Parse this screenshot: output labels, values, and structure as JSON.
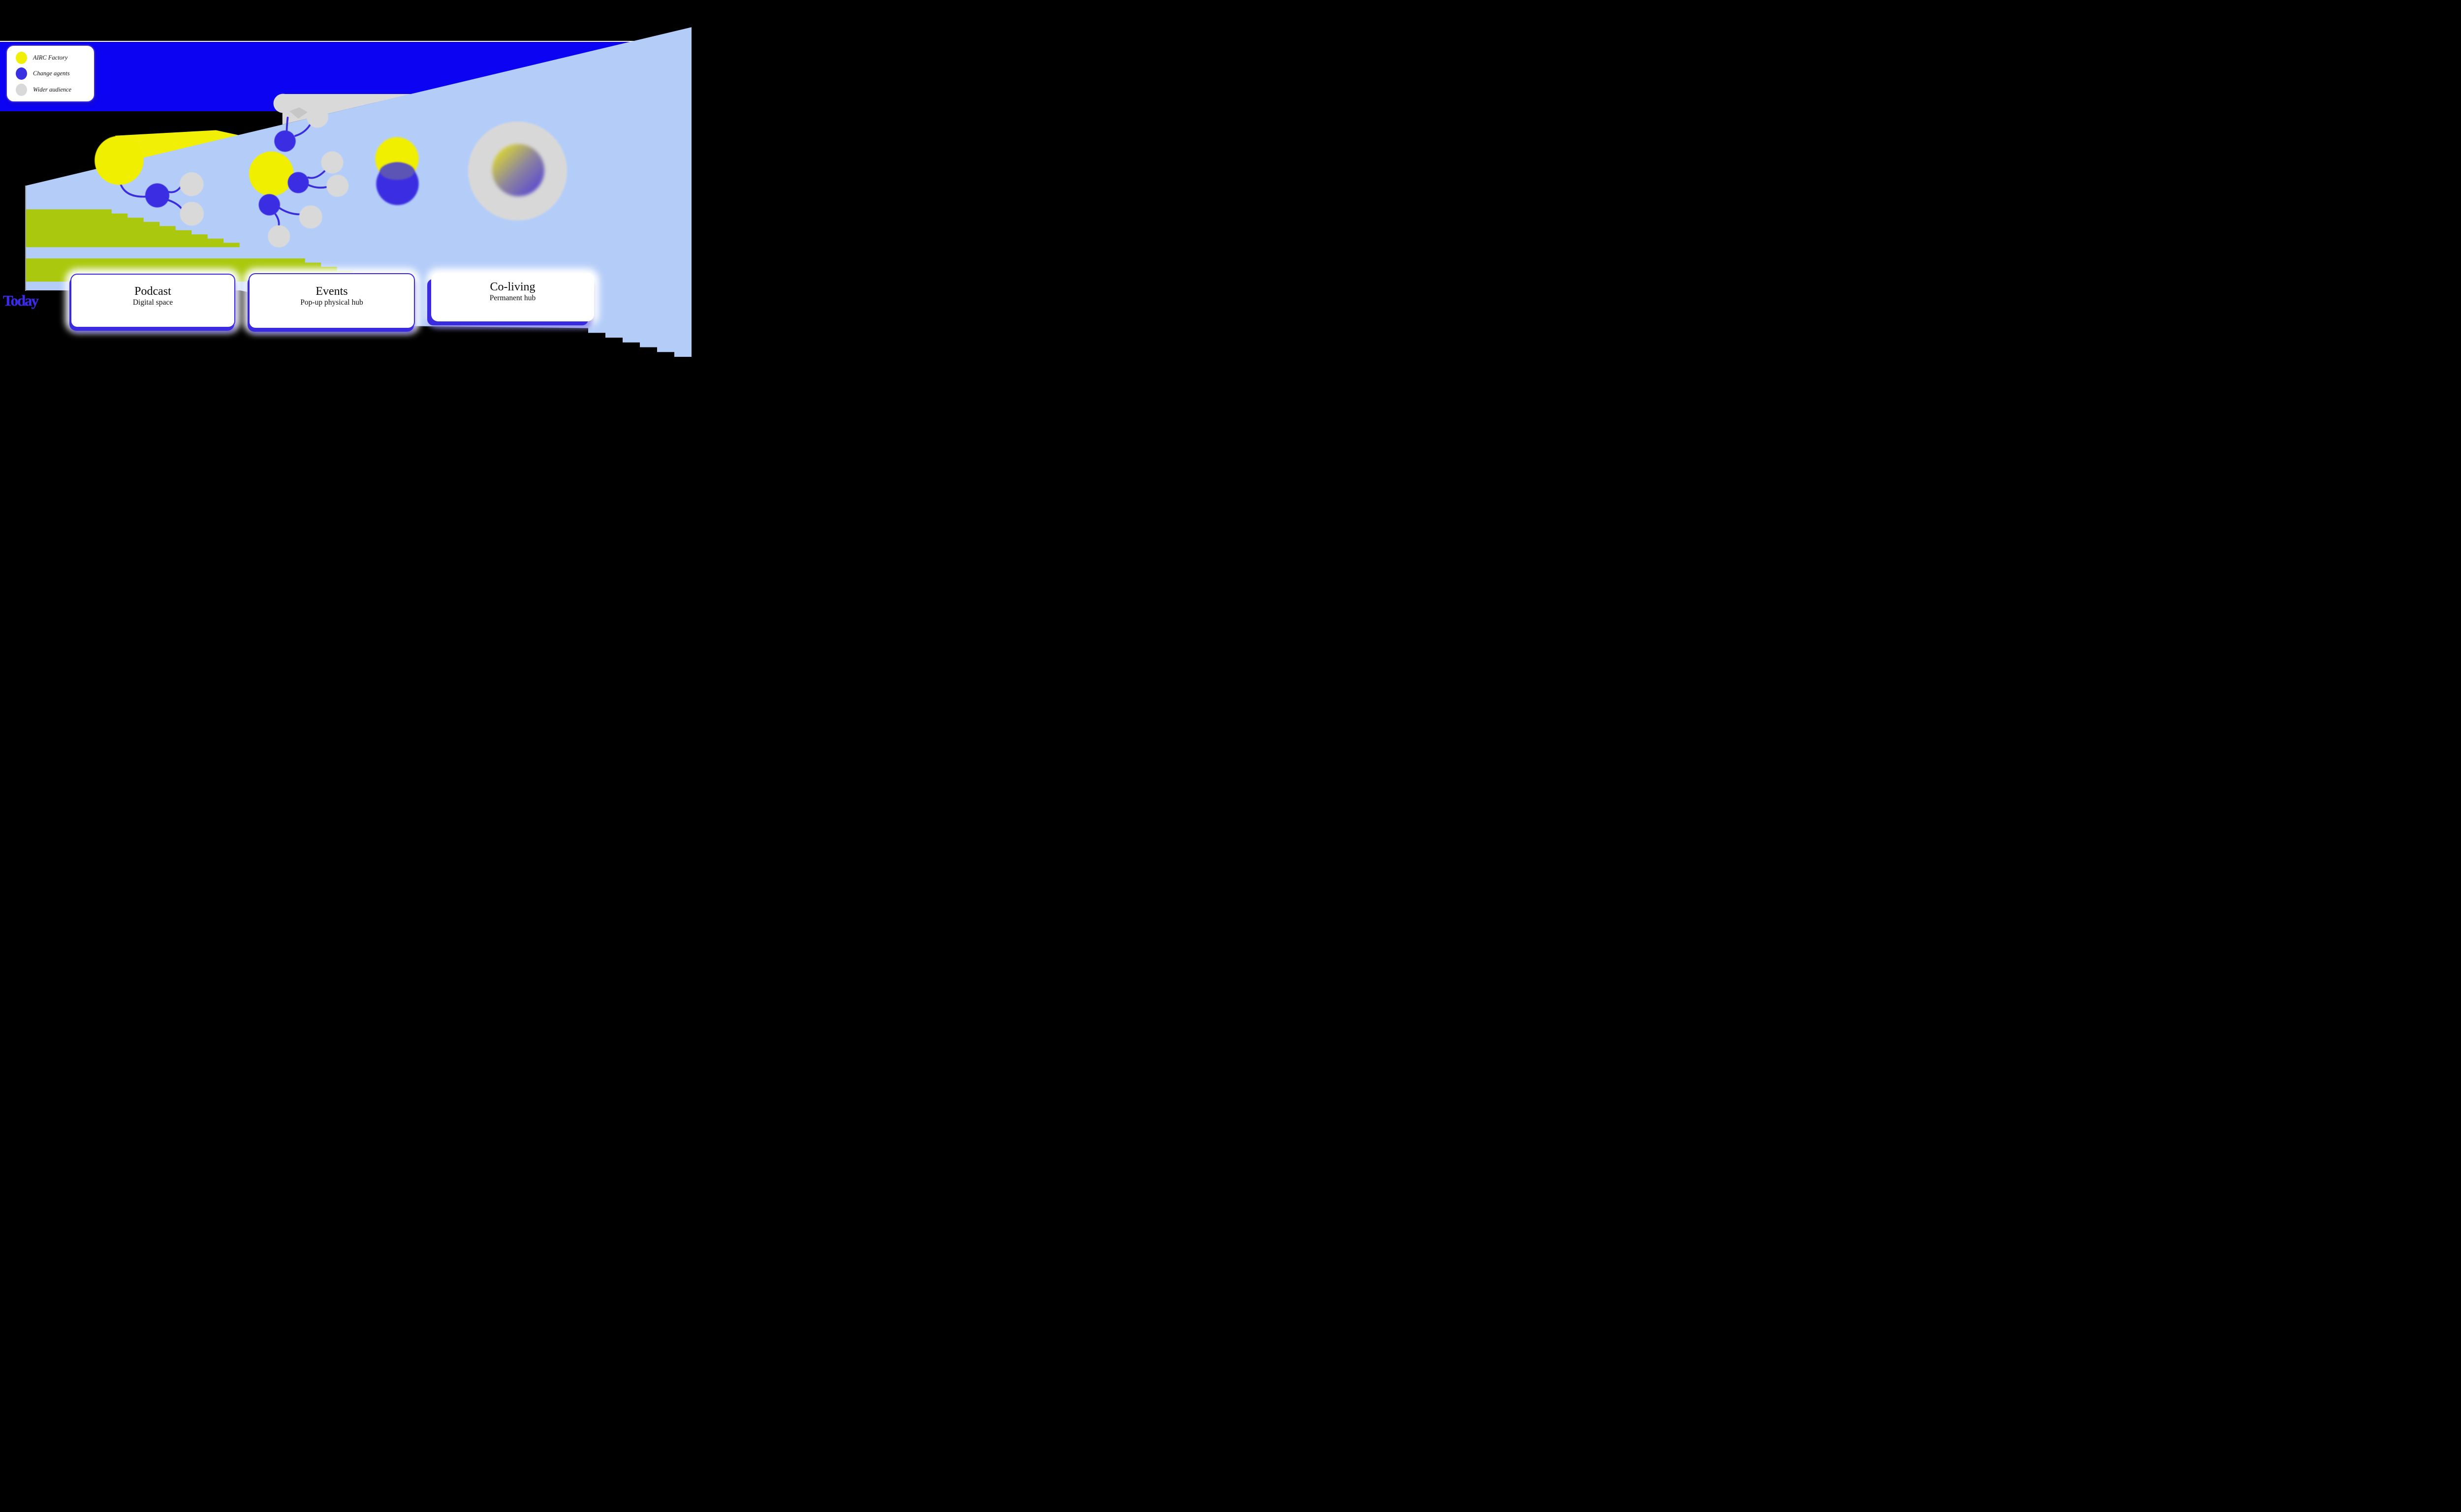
{
  "legend": {
    "items": [
      {
        "label": "AIRC Factory",
        "color": "#f1ef06",
        "icon": "yellow-dot"
      },
      {
        "label": "Change agents",
        "color": "#3b2fe2",
        "icon": "blue-dot"
      },
      {
        "label": "Wider audience",
        "color": "#d9d9d9",
        "icon": "gray-dot"
      }
    ]
  },
  "timeline": {
    "start_label": "Today"
  },
  "stages": [
    {
      "title": "Podcast",
      "subtitle": "Digital space"
    },
    {
      "title": "Events",
      "subtitle": "Pop-up physical hub"
    },
    {
      "title": "Co-living",
      "subtitle": "Permanent hub"
    }
  ],
  "colors": {
    "background": "#000000",
    "top_band_blue": "#0c03f2",
    "cone_light_blue": "#b4cdf8",
    "factory_yellow": "#f1ef06",
    "change_agent_blue": "#3b2fe2",
    "audience_gray": "#d9d9d9",
    "growth_green": "#aac90e",
    "overlap_violet": "#5b55b6",
    "card_border_blue": "#3a2be1",
    "today_text_blue": "#3a2ce6"
  }
}
